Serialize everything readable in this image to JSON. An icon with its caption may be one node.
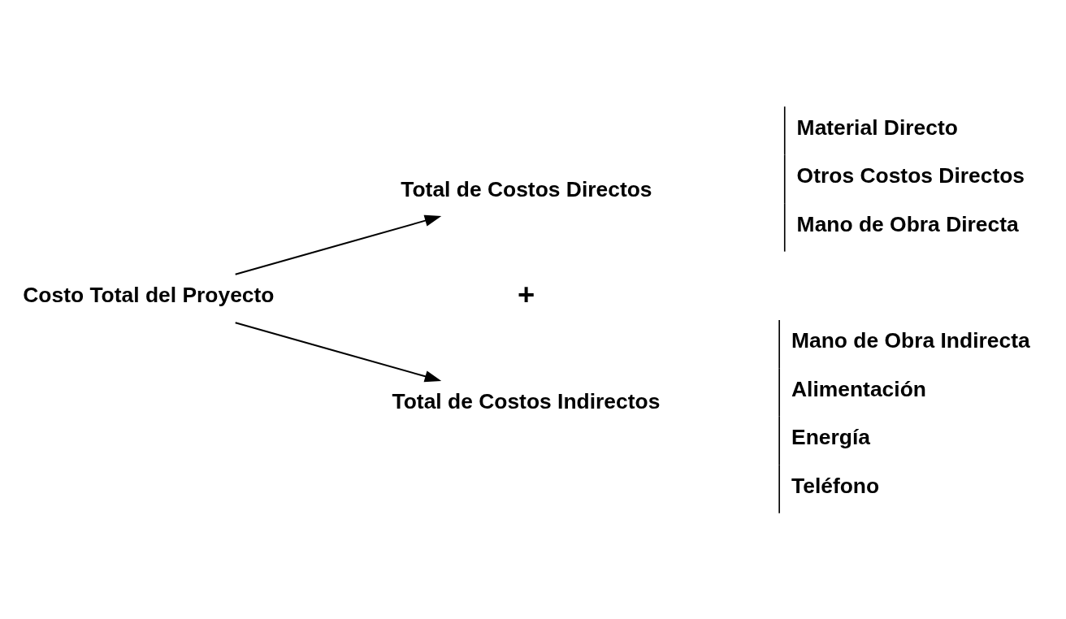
{
  "diagram": {
    "nodes": [
      {
        "text": [
          "Costo Total del Proyecto"
        ]
      },
      {
        "text": [
          "Total de Costos Directos"
        ]
      },
      {
        "text": [
          "Total de Costos Indirectos"
        ]
      }
    ],
    "edges": [
      {
        "from": 0,
        "to": 1,
        "arrow": "to"
      },
      {
        "from": 0,
        "to": 2,
        "arrow": "to"
      }
    ],
    "labels": [
      "Material Directo",
      "Otros Costos Directos",
      "Mano de Obra Directa",
      "+",
      "Mano de Obra Indirecta",
      "Alimentación",
      "Energía",
      "Teléfono"
    ]
  }
}
